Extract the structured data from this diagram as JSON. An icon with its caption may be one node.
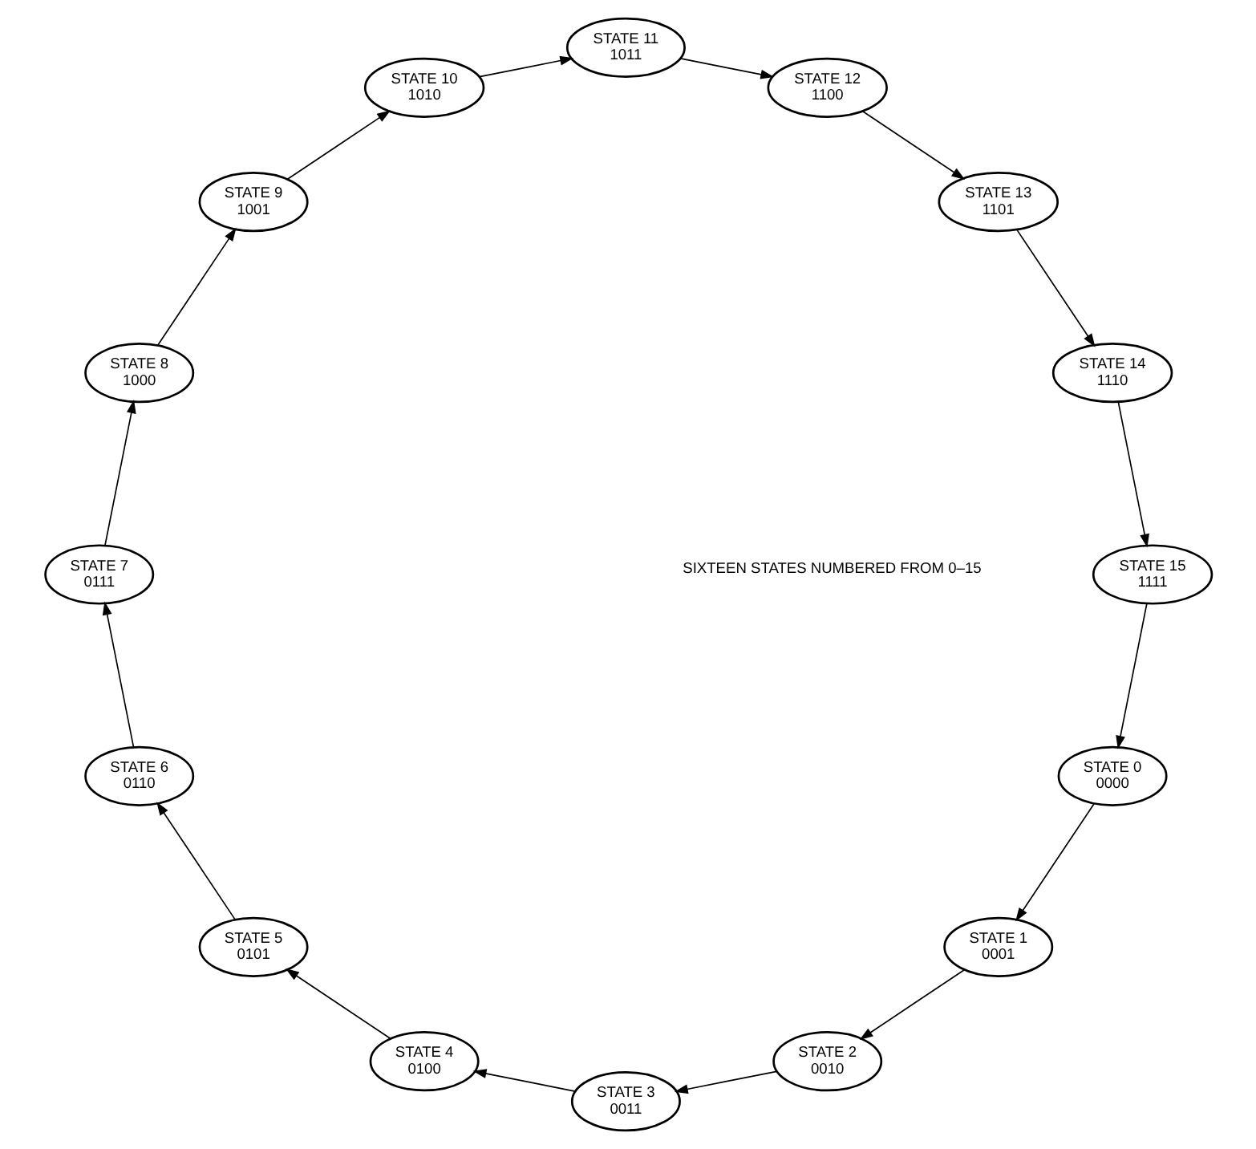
{
  "diagram": {
    "nodes": [
      {
        "text": [
          "STATE 0",
          "0000"
        ]
      },
      {
        "text": [
          "STATE 1",
          "0001"
        ]
      },
      {
        "text": [
          "STATE 2",
          "0010"
        ]
      },
      {
        "text": [
          "STATE 3",
          "0011"
        ]
      },
      {
        "text": [
          "STATE 4",
          "0100"
        ]
      },
      {
        "text": [
          "STATE 5",
          "0101"
        ]
      },
      {
        "text": [
          "STATE 6",
          "0110"
        ]
      },
      {
        "text": [
          "STATE 7",
          "0111"
        ]
      },
      {
        "text": [
          "STATE 8",
          "1000"
        ]
      },
      {
        "text": [
          "STATE 9",
          "1001"
        ]
      },
      {
        "text": [
          "STATE 10",
          "1010"
        ]
      },
      {
        "text": [
          "STATE 11",
          "1011"
        ]
      },
      {
        "text": [
          "STATE 12",
          "1100"
        ]
      },
      {
        "text": [
          "STATE 13",
          "1101"
        ]
      },
      {
        "text": [
          "STATE 14",
          "1110"
        ]
      },
      {
        "text": [
          "STATE 15",
          "1111"
        ]
      }
    ],
    "edges": [
      {
        "from": 0,
        "to": 1,
        "arrow": "to"
      },
      {
        "from": 1,
        "to": 2,
        "arrow": "to"
      },
      {
        "from": 2,
        "to": 3,
        "arrow": "to"
      },
      {
        "from": 3,
        "to": 4,
        "arrow": "to"
      },
      {
        "from": 4,
        "to": 5,
        "arrow": "to"
      },
      {
        "from": 5,
        "to": 6,
        "arrow": "to"
      },
      {
        "from": 6,
        "to": 7,
        "arrow": "to"
      },
      {
        "from": 7,
        "to": 8,
        "arrow": "to"
      },
      {
        "from": 8,
        "to": 9,
        "arrow": "to"
      },
      {
        "from": 9,
        "to": 10,
        "arrow": "to"
      },
      {
        "from": 10,
        "to": 11,
        "arrow": "to"
      },
      {
        "from": 11,
        "to": 12,
        "arrow": "to"
      },
      {
        "from": 12,
        "to": 13,
        "arrow": "to"
      },
      {
        "from": 13,
        "to": 14,
        "arrow": "to"
      },
      {
        "from": 14,
        "to": 15,
        "arrow": "to"
      },
      {
        "from": 15,
        "to": 0,
        "arrow": "to"
      }
    ],
    "labels": [
      "SIXTEEN STATES NUMBERED FROM 0–15"
    ]
  }
}
